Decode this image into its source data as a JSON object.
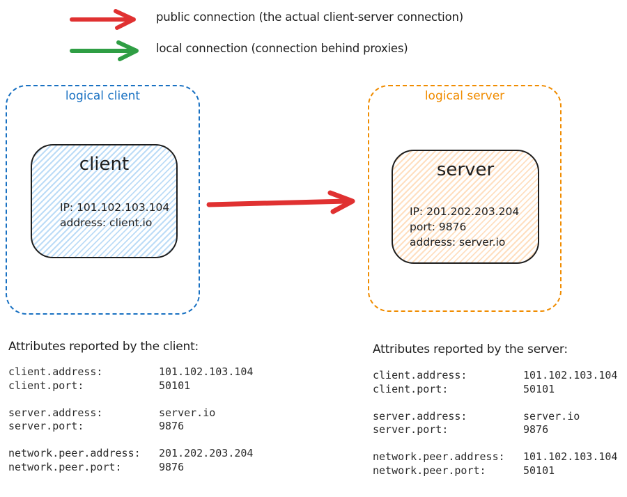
{
  "colors": {
    "red": "#e03131",
    "green": "#2f9e44",
    "blue": "#1971c2",
    "orange": "#f08c00",
    "ink": "#1e1e1e",
    "client_fill": "#bcdcf7",
    "server_fill": "#ffdfc0"
  },
  "legend": {
    "public_label": "public connection (the actual client-server connection)",
    "local_label": "local connection (connection behind proxies)"
  },
  "client_group": {
    "label": "logical client",
    "node": {
      "title": "client",
      "lines": {
        "0": "IP: 101.102.103.104",
        "1": "address: client.io"
      }
    }
  },
  "server_group": {
    "label": "logical server",
    "node": {
      "title": "server",
      "lines": {
        "0": "IP: 201.202.203.204",
        "1": "port: 9876",
        "2": "address: server.io"
      }
    }
  },
  "client_attributes": {
    "heading": "Attributes reported by the client:",
    "rows": [
      {
        "key": "client.address:",
        "value": "101.102.103.104"
      },
      {
        "key": "client.port:",
        "value": "50101"
      },
      {
        "key": "server.address:",
        "value": "server.io"
      },
      {
        "key": "server.port:",
        "value": "9876"
      },
      {
        "key": "network.peer.address:",
        "value": "201.202.203.204"
      },
      {
        "key": "network.peer.port:",
        "value": "9876"
      }
    ]
  },
  "server_attributes": {
    "heading": "Attributes reported by the server:",
    "rows": [
      {
        "key": "client.address:",
        "value": "101.102.103.104"
      },
      {
        "key": "client.port:",
        "value": "50101"
      },
      {
        "key": "server.address:",
        "value": "server.io"
      },
      {
        "key": "server.port:",
        "value": "9876"
      },
      {
        "key": "network.peer.address:",
        "value": "101.102.103.104"
      },
      {
        "key": "network.peer.port:",
        "value": "50101"
      }
    ]
  }
}
